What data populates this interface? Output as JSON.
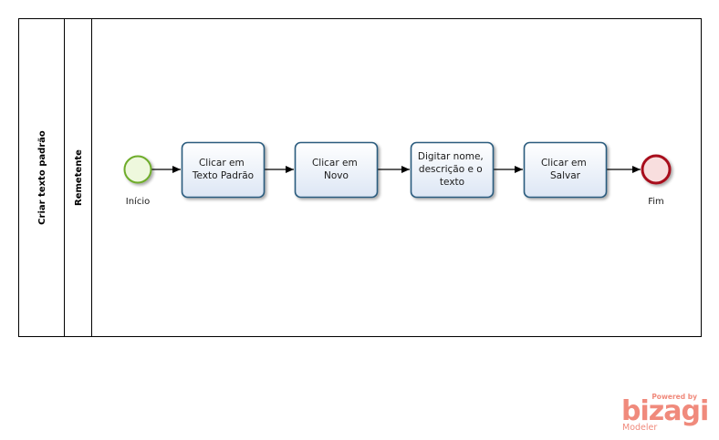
{
  "pool": {
    "label": "Criar texto padrão"
  },
  "lane": {
    "label": "Remetente"
  },
  "events": {
    "start": {
      "label": "Início"
    },
    "end": {
      "label": "Fim"
    }
  },
  "tasks": [
    {
      "lines": [
        "Clicar em",
        "Texto Padrão"
      ]
    },
    {
      "lines": [
        "Clicar em",
        "Novo"
      ]
    },
    {
      "lines": [
        "Digitar nome,",
        "descrição e o",
        "texto"
      ]
    },
    {
      "lines": [
        "Clicar em",
        "Salvar"
      ]
    }
  ],
  "watermark": {
    "powered": "Powered by",
    "brand": "bizagi",
    "product": "Modeler"
  },
  "colors": {
    "start_stroke": "#6eac2c",
    "start_fill": "#eef8dd",
    "end_stroke": "#a8101c",
    "end_fill": "#f8dede",
    "task_stroke": "#2c5b7e",
    "task_fill_top": "#ffffff",
    "task_fill_bottom": "#dce6f4",
    "watermark": "#f08a7c"
  }
}
